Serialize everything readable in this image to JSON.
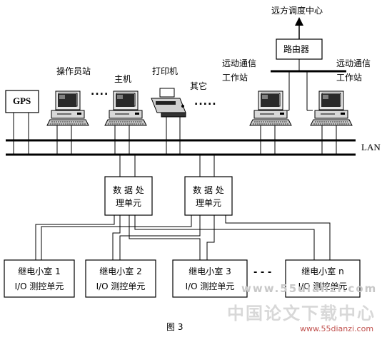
{
  "remote_center": "远方调度中心",
  "router": "路由器",
  "operator_station": "操作员站",
  "host": "主机",
  "printer": "打印机",
  "others": "其它",
  "remote_comm_left_1": "远动通信",
  "remote_comm_left_2": "工作站",
  "remote_comm_right_1": "远动通信",
  "remote_comm_right_2": "工作站",
  "gps": "GPS",
  "lan": "LAN",
  "dots": "....",
  "dots_long": ".....",
  "dashes": "- - -",
  "processors": [
    {
      "line1": "数 据 处",
      "line2": "理单元"
    },
    {
      "line1": "数 据 处",
      "line2": "理单元"
    }
  ],
  "relay_rooms": [
    {
      "line1": "继电小室 1",
      "line2": "I/O 测控单元"
    },
    {
      "line1": "继电小室 2",
      "line2": "I/O 测控单元"
    },
    {
      "line1": "继电小室 3",
      "line2": "I/O 测控单元"
    },
    {
      "line1": "继电小室 n",
      "line2": "I/O 测控单元"
    }
  ],
  "caption": "图 3",
  "watermark_url": "www.55dianzi.com",
  "watermark_cn": "中国论文下载中心",
  "site_url": "www.55dianzi.com"
}
